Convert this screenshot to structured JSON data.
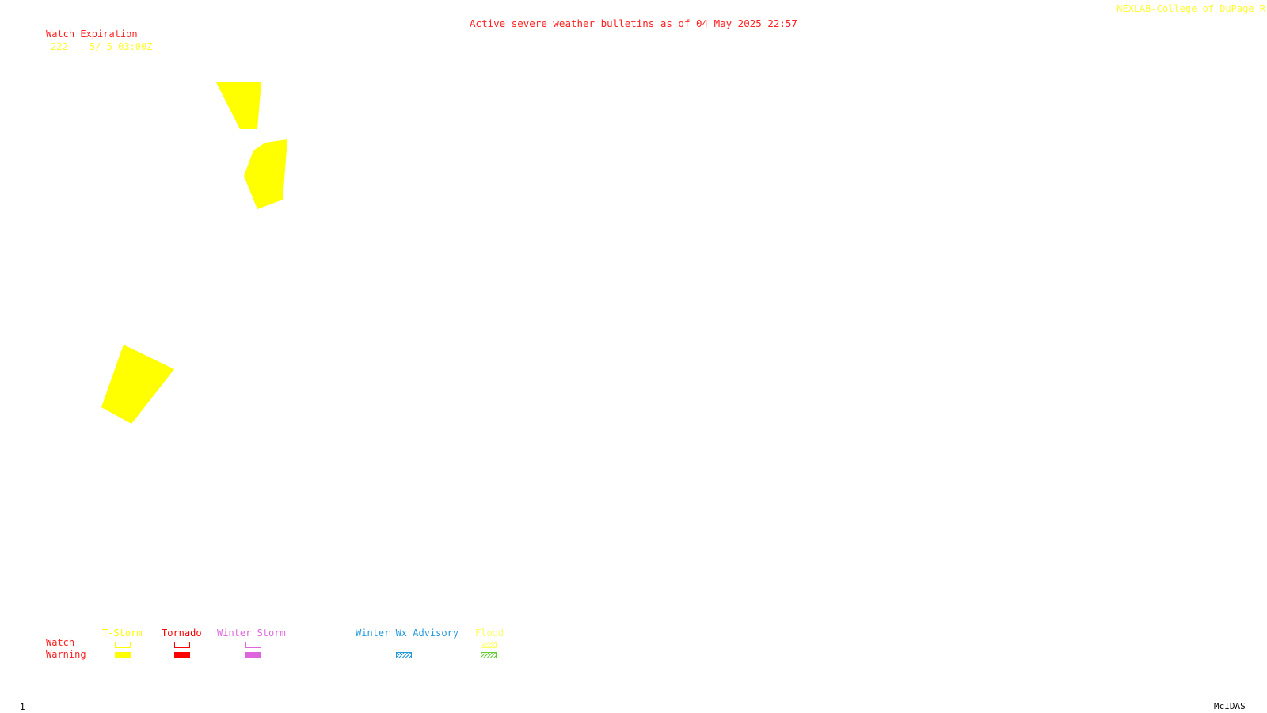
{
  "header": {
    "title": "Active severe weather bulletins as of 04 May 2025 22:57",
    "credit": "NEXLAB-College of DuPage R"
  },
  "watch_table": {
    "label": "Watch Expiration",
    "rows": [
      {
        "id": "222",
        "expiry": "5/ 5 03:00Z"
      }
    ]
  },
  "legend": {
    "row_labels": {
      "watch": "Watch",
      "warning": "Warning"
    },
    "categories": [
      {
        "name": "T-Storm",
        "color": "#ffff00"
      },
      {
        "name": "Tornado",
        "color": "#ff0000"
      },
      {
        "name": "Winter Storm",
        "color": "#dd66dd"
      },
      {
        "name": "Winter Wx Advisory",
        "color": "#2299dd"
      },
      {
        "name": "Flood",
        "color": "#ffff66",
        "warning_color": "#66cc33"
      }
    ]
  },
  "map": {
    "warning_color": "#ffff00",
    "polygon_type": "T-Storm Warning",
    "polygon_count": 3
  },
  "footer": {
    "frame_number": "1",
    "software": "McIDAS"
  }
}
